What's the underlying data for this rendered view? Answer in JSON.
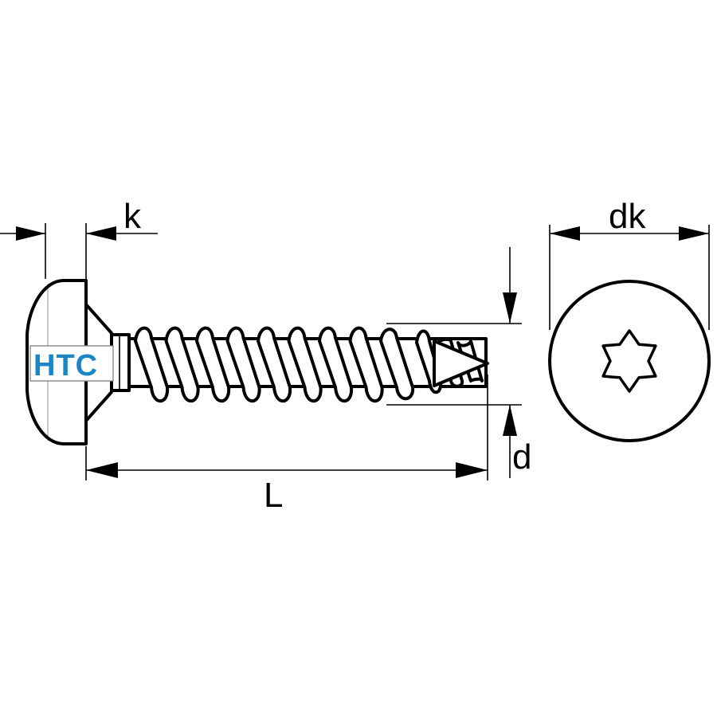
{
  "dimensions": {
    "k": "k",
    "dk": "dk",
    "d": "d",
    "L": "L"
  },
  "logo": {
    "text": "HTC",
    "color": "#1a86c4"
  },
  "drive": {
    "type": "torx-icon"
  }
}
